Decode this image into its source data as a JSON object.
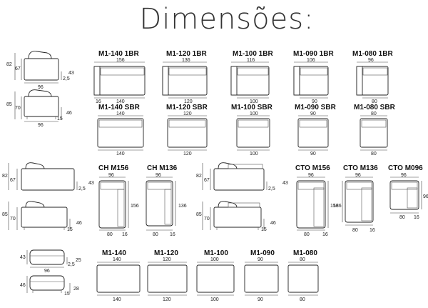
{
  "title": "Dimensões:",
  "side_views": [
    {
      "height": "82",
      "seat": "67",
      "depth": "96",
      "leg": "2,5",
      "arm": "43"
    },
    {
      "height": "85",
      "seat": "70",
      "depth": "96",
      "leg": "15",
      "arm": "46"
    },
    {
      "height": "82",
      "seat": "67",
      "leg": "2,5",
      "arm": "43"
    },
    {
      "height": "85",
      "seat": "70",
      "leg": "15",
      "arm": "46"
    },
    {
      "height": "82",
      "seat": "67",
      "leg": "2,5",
      "arm": "43"
    },
    {
      "height": "85",
      "seat": "70",
      "leg": "15",
      "arm": "46"
    },
    {
      "height": "43",
      "seat": "25",
      "depth": "96",
      "leg": "2,5"
    },
    {
      "height": "46",
      "seat": "28",
      "leg": "15"
    }
  ],
  "row1": [
    {
      "label": "M1-140 1BR",
      "top": "156",
      "bottom": "140",
      "arm": "16"
    },
    {
      "label": "M1-120 1BR",
      "top": "136",
      "bottom": "120"
    },
    {
      "label": "M1-100 1BR",
      "top": "116",
      "bottom": "100"
    },
    {
      "label": "M1-090 1BR",
      "top": "106",
      "bottom": "90"
    },
    {
      "label": "M1-080 1BR",
      "top": "96",
      "bottom": "80"
    }
  ],
  "row2": [
    {
      "label": "M1-140 SBR",
      "top": "140",
      "bottom": "140"
    },
    {
      "label": "M1-120 SBR",
      "top": "120",
      "bottom": "120"
    },
    {
      "label": "M1-100 SBR",
      "top": "100",
      "bottom": "100"
    },
    {
      "label": "M1-090 SBR",
      "top": "90",
      "bottom": "90"
    },
    {
      "label": "M1-080 SBR",
      "top": "80",
      "bottom": "80"
    }
  ],
  "row3": [
    {
      "label": "CH M156",
      "top": "96",
      "side": "156",
      "bottom": "80",
      "arm": "16"
    },
    {
      "label": "CH M136",
      "top": "96",
      "side": "136",
      "bottom": "80",
      "arm": "16"
    },
    {
      "label": "CTO M156",
      "top": "96",
      "side": "156",
      "bottom": "80",
      "arm": "16"
    },
    {
      "label": "CTO M136",
      "top": "96",
      "side": "136",
      "bottom": "80",
      "arm": "16"
    },
    {
      "label": "CTO M096",
      "top": "96",
      "side": "96",
      "bottom": "80",
      "arm": "16"
    }
  ],
  "row4": [
    {
      "label": "M1-140",
      "top": "140",
      "bottom": "140"
    },
    {
      "label": "M1-120",
      "top": "120",
      "bottom": "120"
    },
    {
      "label": "M1-100",
      "top": "100",
      "bottom": "100"
    },
    {
      "label": "M1-090",
      "top": "90",
      "bottom": "90"
    },
    {
      "label": "M1-080",
      "top": "80",
      "bottom": "80"
    }
  ]
}
